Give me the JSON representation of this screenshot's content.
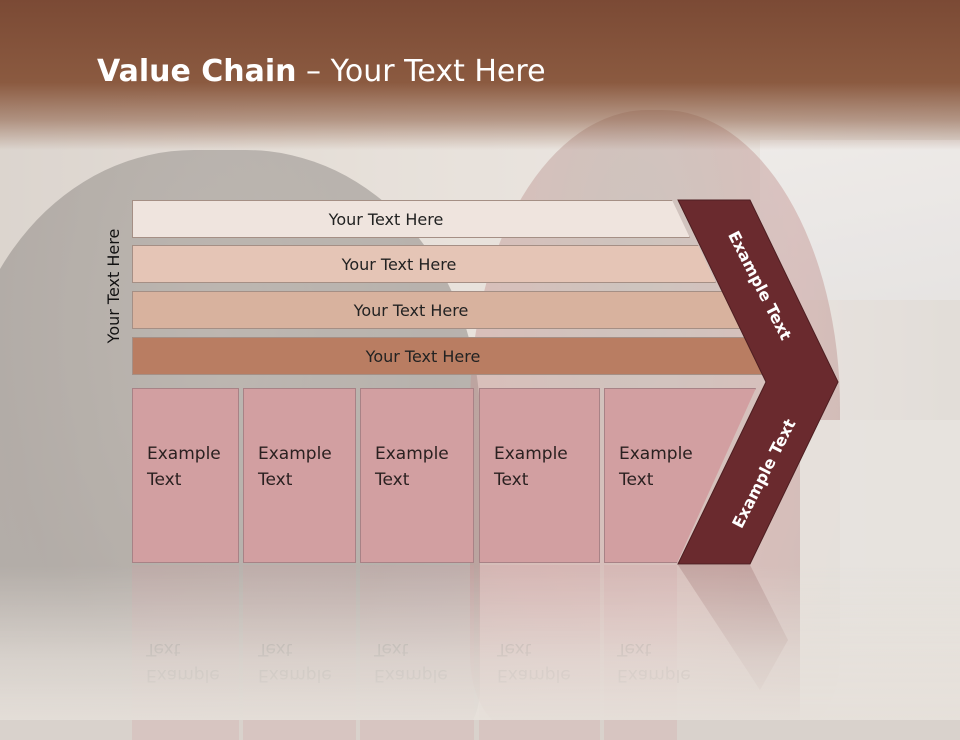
{
  "title": {
    "bold": "Value Chain",
    "rest": " – Your Text Here"
  },
  "side_label": "Your Text Here",
  "bars": [
    {
      "label": "Your Text Here",
      "color": "#efe4de"
    },
    {
      "label": "Your Text Here",
      "color": "#e5c5b6"
    },
    {
      "label": "Your Text Here",
      "color": "#d8b29e"
    },
    {
      "label": "Your Text Here",
      "color": "#b97d62"
    }
  ],
  "boxes": [
    {
      "label": "Example\nText"
    },
    {
      "label": "Example\nText"
    },
    {
      "label": "Example\nText"
    },
    {
      "label": "Example\nText"
    },
    {
      "label": "Example\nText"
    }
  ],
  "chevron": {
    "top_text": "Example Text",
    "bottom_text": "Example Text",
    "color": "#6a2a2e"
  },
  "colors": {
    "header": "#8b5a40",
    "box": "#d29fa1"
  }
}
